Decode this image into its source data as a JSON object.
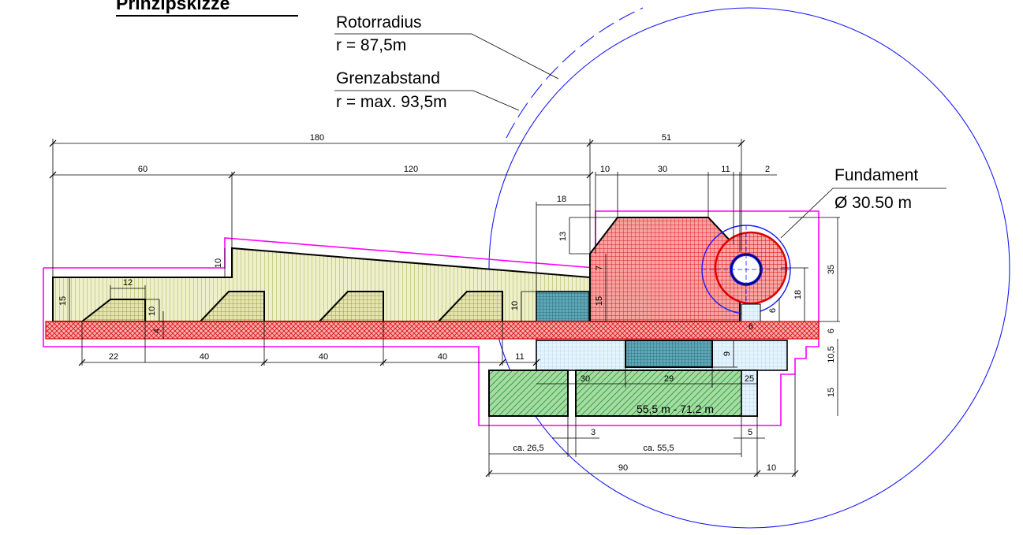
{
  "title": "Prinzipskizze",
  "labels": {
    "rotor_title": "Rotorradius",
    "rotor_value": "r = 87,5m",
    "grenz_title": "Grenzabstand",
    "grenz_value": "r = max. 93,5m",
    "fund_title": "Fundament",
    "fund_value": "Ø 30.50 m",
    "fill_range": "55,5 m - 71,2 m"
  },
  "dims": {
    "d180": "180",
    "d51": "51",
    "d60": "60",
    "d120": "120",
    "d10a": "10",
    "d30a": "30",
    "d11a": "11",
    "d2": "2",
    "d18a": "18",
    "d13": "13",
    "d10b": "10",
    "d15a": "15",
    "d12": "12",
    "d10c": "10",
    "d4": "4",
    "d10d": "10",
    "d7": "7",
    "d15b": "15",
    "d35": "35",
    "d18b": "18",
    "d6a": "6",
    "d6b": "6",
    "d6c": "6",
    "d22": "22",
    "d40a": "40",
    "d40b": "40",
    "d40c": "40",
    "d11b": "11",
    "d9": "9",
    "d105": "10,5",
    "d15c": "15",
    "d30b": "30",
    "d29": "29",
    "d25": "25",
    "d3": "3",
    "d5": "5",
    "d265": "ca. 26,5",
    "d555": "ca. 55,5",
    "d90": "90",
    "d10e": "10"
  },
  "colors": {
    "red_fill": "#f48383",
    "red_line": "#e20000",
    "magenta": "#ff00ff",
    "blue": "#1a1aff",
    "olive_fill": "#e6e7b8",
    "olive_line": "#8f8f2a",
    "teal_fill": "#3f8fa0",
    "lightblue_fill": "#dff0fb",
    "green_fill": "#7cc97c"
  }
}
